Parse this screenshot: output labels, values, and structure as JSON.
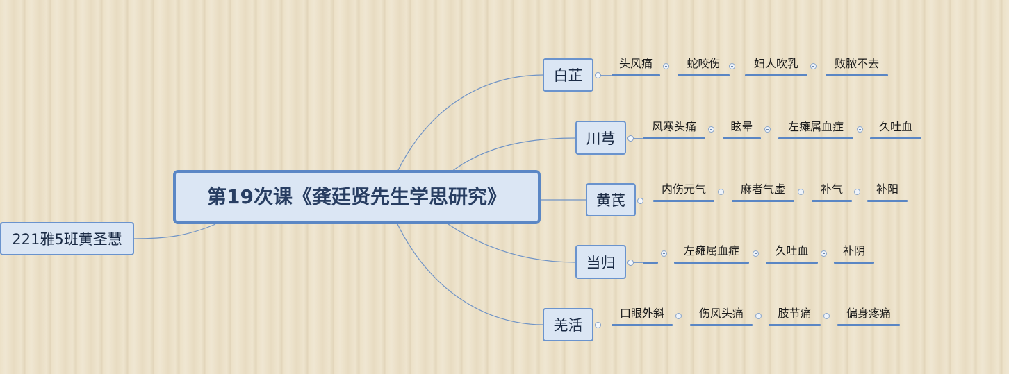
{
  "central_topic": "第19次课《龚廷贤先生学思研究》",
  "author": "221雅5班黄圣慧",
  "collapse_symbol": "⊖",
  "colors": {
    "node_fill": "#dbe6f4",
    "node_border": "#6a93cd",
    "line": "#6f93c6"
  },
  "branches": [
    {
      "label": "白芷",
      "leaves": [
        "头风痛",
        "蛇咬伤",
        "妇人吹乳",
        "败脓不去"
      ]
    },
    {
      "label": "川芎",
      "leaves": [
        "风寒头痛",
        "眩晕",
        "左瘫属血症",
        "久吐血"
      ]
    },
    {
      "label": "黄芪",
      "leaves": [
        "内伤元气",
        "麻者气虚",
        "补气",
        "补阳"
      ]
    },
    {
      "label": "当归",
      "leaves": [
        "",
        "左瘫属血症",
        "久吐血",
        "补阴"
      ]
    },
    {
      "label": "羌活",
      "leaves": [
        "口眼外斜",
        "伤风头痛",
        "肢节痛",
        "偏身疼痛"
      ]
    }
  ]
}
